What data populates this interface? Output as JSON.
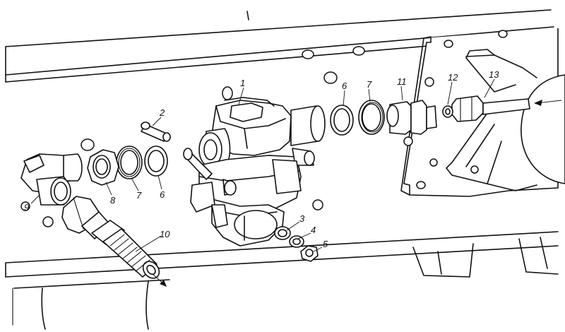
{
  "callouts": [
    {
      "id": "c1",
      "text": "1"
    },
    {
      "id": "c2",
      "text": "2"
    },
    {
      "id": "c3",
      "text": "3"
    },
    {
      "id": "c4",
      "text": "4"
    },
    {
      "id": "c5",
      "text": "5"
    },
    {
      "id": "c6a",
      "text": "6"
    },
    {
      "id": "c6b",
      "text": "6"
    },
    {
      "id": "c7a",
      "text": "7"
    },
    {
      "id": "c7b",
      "text": "7"
    },
    {
      "id": "c8",
      "text": "8"
    },
    {
      "id": "c9",
      "text": "9"
    },
    {
      "id": "c10",
      "text": "10"
    },
    {
      "id": "c11",
      "text": "11"
    },
    {
      "id": "c12",
      "text": "12"
    },
    {
      "id": "c13",
      "text": "13"
    }
  ]
}
